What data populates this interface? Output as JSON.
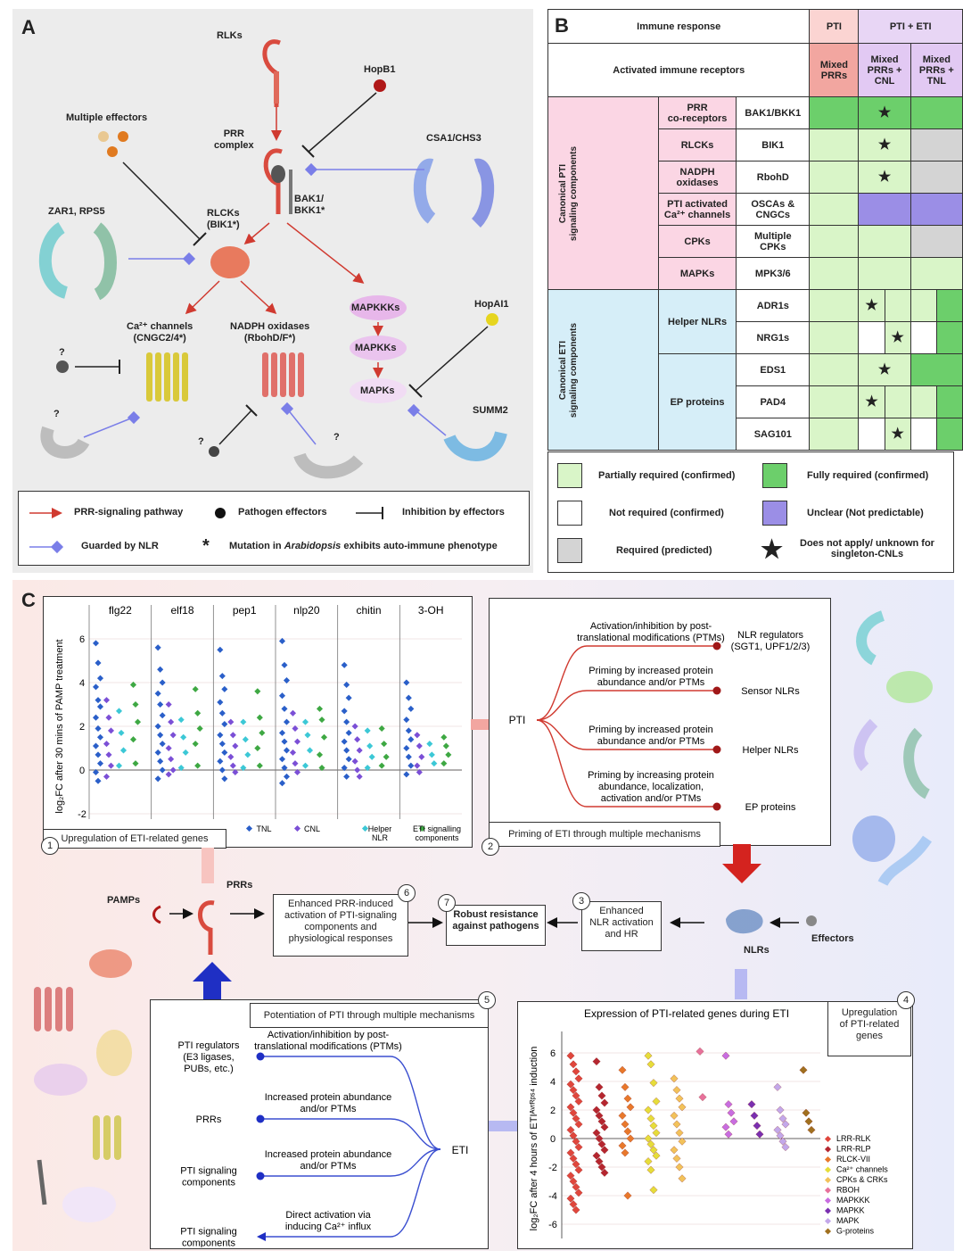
{
  "panelA": {
    "letter": "A",
    "labels": {
      "rlks": "RLKs",
      "hopb1": "HopB1",
      "multiple_effectors": "Multiple effectors",
      "prr_complex": "PRR\ncomplex",
      "csa1_chs3": "CSA1/CHS3",
      "bak1": "BAK1/\nBKK1*",
      "zar1": "ZAR1, RPS5",
      "rlcks": "RLCKs\n(BIK1*)",
      "hopai1": "HopAI1",
      "ca_channels": "Ca²⁺ channels\n(CNGC2/4*)",
      "nadph": "NADPH oxidases\n(RbohD/F*)",
      "mapkkks": "MAPKKKs",
      "mapkks": "MAPKKs",
      "mapks": "MAPKs",
      "q1": "?",
      "q2": "?",
      "q3": "?",
      "q4": "?",
      "summ2": "SUMM2"
    },
    "legend": {
      "prr_pathway": "PRR-signaling pathway",
      "pathogen_effectors": "Pathogen effectors",
      "inhibition": "Inhibition by effectors",
      "guarded": "Guarded by NLR",
      "asterisk": "*",
      "mutation_pre": "Mutation in ",
      "mutation_it": "Arabidopsis",
      "mutation_post": " exhibits auto-immune phenotype"
    }
  },
  "panelB": {
    "letter": "B",
    "header": {
      "immune_response": "Immune response",
      "pti": "PTI",
      "pti_eti": "PTI + ETI",
      "activated": "Activated immune receptors",
      "mixed_prrs": "Mixed\nPRRs",
      "mixed_cnl": "Mixed\nPRRs +\nCNL",
      "mixed_tnl": "Mixed\nPRRs +\nTNL"
    },
    "pti_side": "Canonical PTI\nsignaling components",
    "eti_side": "Canonical ETI\nsignaling components",
    "pti_rows": [
      {
        "group": "PRR\nco-receptors",
        "gene": "BAK1/BKK1"
      },
      {
        "group": "RLCKs",
        "gene": "BIK1"
      },
      {
        "group": "NADPH\noxidases",
        "gene": "RbohD"
      },
      {
        "group": "PTI activated\nCa²⁺ channels",
        "gene": "OSCAs &\nCNGCs"
      },
      {
        "group": "CPKs",
        "gene": "Multiple\nCPKs"
      },
      {
        "group": "MAPKs",
        "gene": "MPK3/6"
      }
    ],
    "eti_groups": {
      "helper": "Helper NLRs",
      "ep": "EP proteins"
    },
    "eti_genes": [
      "ADR1s",
      "NRG1s",
      "EDS1",
      "PAD4",
      "SAG101"
    ],
    "star": "★",
    "legend": {
      "partial": "Partially required (confirmed)",
      "full": "Fully required (confirmed)",
      "not_required": "Not required (confirmed)",
      "unclear": "Unclear (Not predictable)",
      "predicted": "Required (predicted)",
      "star_text": "Does not apply/ unknown for\nsingleton-CNLs"
    },
    "colors": {
      "light": "#d9f5c8",
      "dark": "#6ccf6b",
      "gray": "#d4d4d4",
      "purple": "#9b8ee6",
      "white": "#ffffff",
      "pink": "#fbd6e4",
      "lav": "#e8d6f5",
      "blue": "#d6eef8",
      "red_head": "#f2a6a0"
    }
  },
  "panelC": {
    "letter": "C",
    "chart1": {
      "type": "scatter",
      "categories": [
        "flg22",
        "elf18",
        "pep1",
        "nlp20",
        "chitin",
        "3-OH"
      ],
      "ylabel": "log₂FC after 30 mins of PAMP treatment",
      "ylim": [
        -2,
        6
      ],
      "yticks": [
        "6",
        "4",
        "2",
        "0",
        "-2"
      ],
      "series": [
        {
          "name": "TNL",
          "color": "#2a5fc9",
          "values": [
            [
              5.8,
              4.9,
              4.2,
              3.8,
              3.2,
              2.9,
              2.4,
              1.9,
              1.5,
              1.1,
              0.7,
              0.3,
              -0.1,
              -0.5
            ],
            [
              5.6,
              4.6,
              4.0,
              3.5,
              3.0,
              2.5,
              2.0,
              1.6,
              1.2,
              0.8,
              0.4,
              0.0,
              -0.4
            ],
            [
              5.5,
              4.3,
              3.7,
              3.1,
              2.6,
              2.1,
              1.6,
              1.2,
              0.8,
              0.4,
              0.0,
              -0.4
            ],
            [
              5.9,
              4.8,
              4.1,
              3.4,
              2.8,
              2.2,
              1.7,
              1.3,
              0.9,
              0.5,
              0.1,
              -0.3,
              -0.6
            ],
            [
              4.8,
              3.9,
              3.3,
              2.7,
              2.2,
              1.7,
              1.3,
              0.9,
              0.5,
              0.1,
              -0.3
            ],
            [
              4.0,
              3.3,
              2.8,
              2.3,
              1.8,
              1.4,
              1.0,
              0.6,
              0.2,
              -0.2
            ]
          ]
        },
        {
          "name": "CNL",
          "color": "#7b4fd6",
          "values": [
            [
              3.2,
              2.4,
              1.8,
              1.2,
              0.7,
              0.2,
              -0.3
            ],
            [
              3.0,
              2.2,
              1.6,
              1.0,
              0.5,
              0.0,
              -0.2
            ],
            [
              2.2,
              1.6,
              1.1,
              0.6,
              0.2,
              -0.1
            ],
            [
              2.6,
              1.9,
              1.3,
              0.8,
              0.3,
              -0.1
            ],
            [
              2.0,
              1.4,
              0.9,
              0.4,
              0.0,
              -0.3
            ],
            [
              1.6,
              1.1,
              0.6,
              0.2,
              -0.1
            ]
          ]
        },
        {
          "name": "Helper\nNLR",
          "color": "#3cc8d6",
          "values": [
            [
              2.7,
              1.7,
              0.9,
              0.2
            ],
            [
              2.3,
              1.5,
              0.8,
              0.1
            ],
            [
              2.2,
              1.4,
              0.7,
              0.1
            ],
            [
              2.2,
              1.6,
              0.9,
              0.2
            ],
            [
              1.8,
              1.1,
              0.6,
              0.1
            ],
            [
              1.2,
              0.7,
              0.3
            ]
          ]
        },
        {
          "name": "ETI signalling\ncomponents",
          "color": "#3ea843",
          "values": [
            [
              3.9,
              3.0,
              2.2,
              1.4,
              0.3
            ],
            [
              3.7,
              2.6,
              1.9,
              1.2,
              0.2
            ],
            [
              3.6,
              2.4,
              1.7,
              1.0,
              0.2
            ],
            [
              2.8,
              2.3,
              1.5,
              0.7,
              0.1
            ],
            [
              1.9,
              1.2,
              0.6,
              0.2
            ],
            [
              1.5,
              1.1,
              0.7,
              0.3
            ]
          ]
        }
      ]
    },
    "step1": "Upregulation of ETI-related genes",
    "step2": "Priming of ETI through multiple mechanisms",
    "step3": "Enhanced\nNLR activation\nand HR",
    "step4": "Upregulation\nof PTI-related\ngenes",
    "step5": "Potentiation of PTI through multiple mechanisms",
    "step6": "Enhanced PRR-induced\nactivation of PTI-signaling\ncomponents and\nphysiological responses",
    "step7": "Robust resistance\nagainst pathogens",
    "nums": [
      "1",
      "2",
      "3",
      "4",
      "5",
      "6",
      "7"
    ],
    "priming": {
      "pti": "PTI",
      "mech": [
        "Activation/inhibition by post-\ntranslational modifications (PTMs)",
        "Priming by increased protein\nabundance and/or PTMs",
        "Priming by increased protein\nabundance and/or PTMs",
        "Priming by increasing protein\nabundance, localization,\nactivation and/or PTMs"
      ],
      "targets": [
        "NLR regulators\n(SGT1, UPF1/2/3)",
        "Sensor NLRs",
        "Helper NLRs",
        "EP proteins"
      ]
    },
    "potentiation": {
      "eti": "ETI",
      "targets": [
        "PTI regulators\n(E3 ligases,\nPUBs, etc.)",
        "PRRs",
        "PTI signaling\ncomponents",
        "PTI signaling\ncomponents"
      ],
      "mech": [
        "Activation/inhibition by post-\ntranslational modifications (PTMs)",
        "Increased protein abundance\nand/or PTMs",
        "Increased protein abundance\nand/or PTMs",
        "Direct activation via\ninducing Ca²⁺ influx"
      ]
    },
    "middle": {
      "pamps": "PAMPs",
      "prrs": "PRRs",
      "nlrs": "NLRs",
      "effectors": "Effectors"
    },
    "chart2": {
      "type": "scatter",
      "title": "Expression of PTI-related genes during ETI",
      "ylabel": "log₂FC after 4 hours of ETIᴬᵛʳᴿᵖˢ⁴ induction",
      "ylim": [
        -7,
        7
      ],
      "yticks": [
        "6",
        "4",
        "2",
        "0",
        "-2",
        "-4",
        "-6"
      ],
      "series": [
        {
          "name": "LRR-RLK",
          "color": "#e0463c",
          "values": [
            5.8,
            5.2,
            4.7,
            4.2,
            3.8,
            3.4,
            3.0,
            2.6,
            2.2,
            1.8,
            1.4,
            1.0,
            0.6,
            0.2,
            -0.2,
            -0.6,
            -1.0,
            -1.4,
            -1.8,
            -2.2,
            -2.6,
            -3.0,
            -3.4,
            -3.8,
            -4.2,
            -4.6,
            -5.0
          ]
        },
        {
          "name": "LRR-RLP",
          "color": "#b5262f",
          "values": [
            5.4,
            3.6,
            3.0,
            2.5,
            2.0,
            1.6,
            1.2,
            0.8,
            0.4,
            0.0,
            -0.4,
            -0.8,
            -1.2,
            -1.6,
            -2.0,
            -2.4
          ]
        },
        {
          "name": "RLCK-VII",
          "color": "#e8782b",
          "values": [
            4.8,
            3.6,
            2.8,
            2.2,
            1.6,
            1.0,
            0.5,
            0.0,
            -0.5,
            -1.0,
            -4.0
          ]
        },
        {
          "name": "Ca²⁺ channels",
          "color": "#e6dd3a",
          "values": [
            5.8,
            5.2,
            3.9,
            2.6,
            2.0,
            1.4,
            0.9,
            0.4,
            0.0,
            -0.4,
            -0.8,
            -1.2,
            -1.6,
            -2.2,
            -3.6
          ]
        },
        {
          "name": "CPKs & CRKs",
          "color": "#f2c25a",
          "values": [
            4.2,
            3.4,
            2.8,
            2.2,
            1.6,
            1.0,
            0.4,
            -0.2,
            -0.8,
            -1.4,
            -2.0,
            -2.8
          ]
        },
        {
          "name": "RBOH",
          "color": "#e7719b",
          "values": [
            6.1,
            2.9
          ]
        },
        {
          "name": "MAPKKK",
          "color": "#c86de0",
          "values": [
            5.8,
            2.4,
            1.8,
            1.2,
            0.8,
            0.3
          ]
        },
        {
          "name": "MAPKK",
          "color": "#7a2fb0",
          "values": [
            2.4,
            1.6,
            0.9,
            0.3
          ]
        },
        {
          "name": "MAPK",
          "color": "#c3a8ea",
          "values": [
            3.6,
            2.0,
            1.4,
            1.0,
            0.6,
            0.2,
            -0.2,
            -0.6
          ]
        },
        {
          "name": "G-proteins",
          "color": "#a0701f",
          "values": [
            4.8,
            1.8,
            1.2,
            0.6
          ]
        }
      ]
    }
  }
}
